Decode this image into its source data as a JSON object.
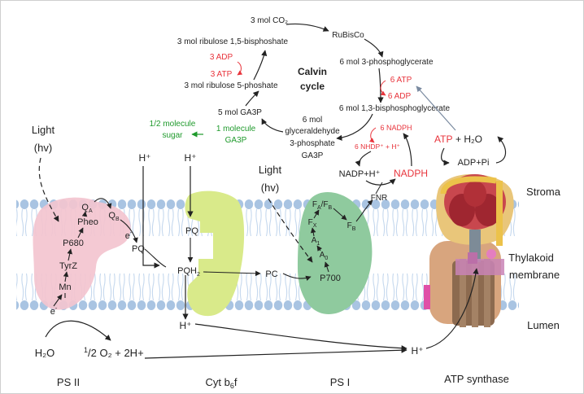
{
  "calvin": {
    "co2_in": "3 mol CO₂",
    "rubisco": "RuBisCo",
    "rubp": "3 mol ribulose 1,5-bisphoshate",
    "adp3": "3 ADP",
    "atp3": "3 ATP",
    "r5p": "3 mol ribulose 5-phoshate",
    "ga3p5": "5 mol GA3P",
    "title_line1": "Calvin",
    "title_line2": "cycle",
    "pga": "6 mol 3-phosphoglycerate",
    "atp6": "6 ATP",
    "adp6": "6 ADP",
    "bpg": "6 mol 1,3-bisphosphoglycerate",
    "nadph6": "6 NADPH",
    "nadp6": "6 NHDP⁺ + H⁺",
    "g3p_line1": "6 mol",
    "g3p_line2": "glyceraldehyde",
    "g3p_line3": "3-phosphate",
    "g3p_line4": "GA3P",
    "out_line1": "1 molecule",
    "out_line2": "GA3P",
    "sugar_line1": "1/2 molecule",
    "sugar_line2": "sugar"
  },
  "stroma_reactions": {
    "atp": "ATP",
    "plus_h2o": " + H₂O",
    "adp_pi": "ADP+Pi",
    "nadp_h": "NADP+H⁺",
    "nadph": "NADPH",
    "fnr": "FNR"
  },
  "light": {
    "label1": "Light",
    "hv1": "(hv)",
    "label2": "Light",
    "hv2": "(hv)"
  },
  "protons": {
    "h_ps2": "H⁺",
    "h_cyt": "H⁺",
    "h_lumen": "H⁺",
    "h_atp": "H⁺"
  },
  "ps2": {
    "qa": "Q",
    "qa_sub": "A",
    "qb": "Q",
    "qb_sub": "B",
    "pheo": "Pheo",
    "p680": "P680",
    "tyrz": "TyrZ",
    "mn": "Mn",
    "e_mn": "e",
    "e_qb": "e",
    "e_sup": "-",
    "pq": "PQ"
  },
  "cyt": {
    "pq": "PQ",
    "pqh2": "PQH",
    "pqh2_sub": "2",
    "pc": "PC"
  },
  "ps1": {
    "fa_fb": "F",
    "fa_sub": "A",
    "fb_sub": "B",
    "fx": "F",
    "fx_sub": "X",
    "fb_lone": "F",
    "fb_lone_sub": "B",
    "a1": "A",
    "a1_sub": "1",
    "a0": "A",
    "a0_sub": "0",
    "p700": "P700"
  },
  "water": {
    "h2o": "H₂O",
    "half": "1",
    "half_den": "/2",
    "o2": " O₂ + 2H+"
  },
  "regions": {
    "stroma": "Stroma",
    "thylakoid1": "Thylakoid",
    "thylakoid2": "membrane",
    "lumen": "Lumen"
  },
  "complexes": {
    "ps2": "PS II",
    "cyt": "Cyt b",
    "cyt_sub": "6",
    "cyt_end": "f",
    "ps1": "PS I",
    "atp_synthase": "ATP synthase"
  },
  "colors": {
    "black": "#222222",
    "red": "#e8343c",
    "green": "#1f9a2c",
    "membrane": "#a9c4e2",
    "ps2_fill": "#f3c4cf",
    "cyt_fill": "#d9ea8a",
    "ps1_fill": "#8fca9e"
  }
}
